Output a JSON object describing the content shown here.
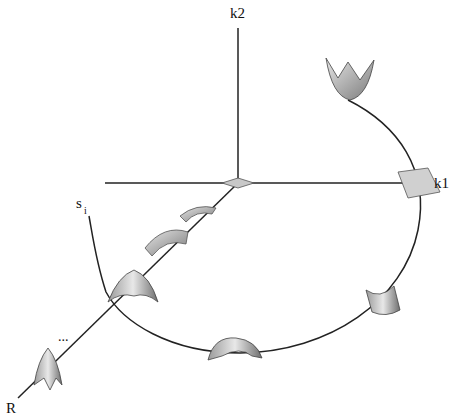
{
  "diagram": {
    "labels": [
      "k2",
      "k1",
      "s",
      "i",
      "...",
      "R"
    ]
  }
}
